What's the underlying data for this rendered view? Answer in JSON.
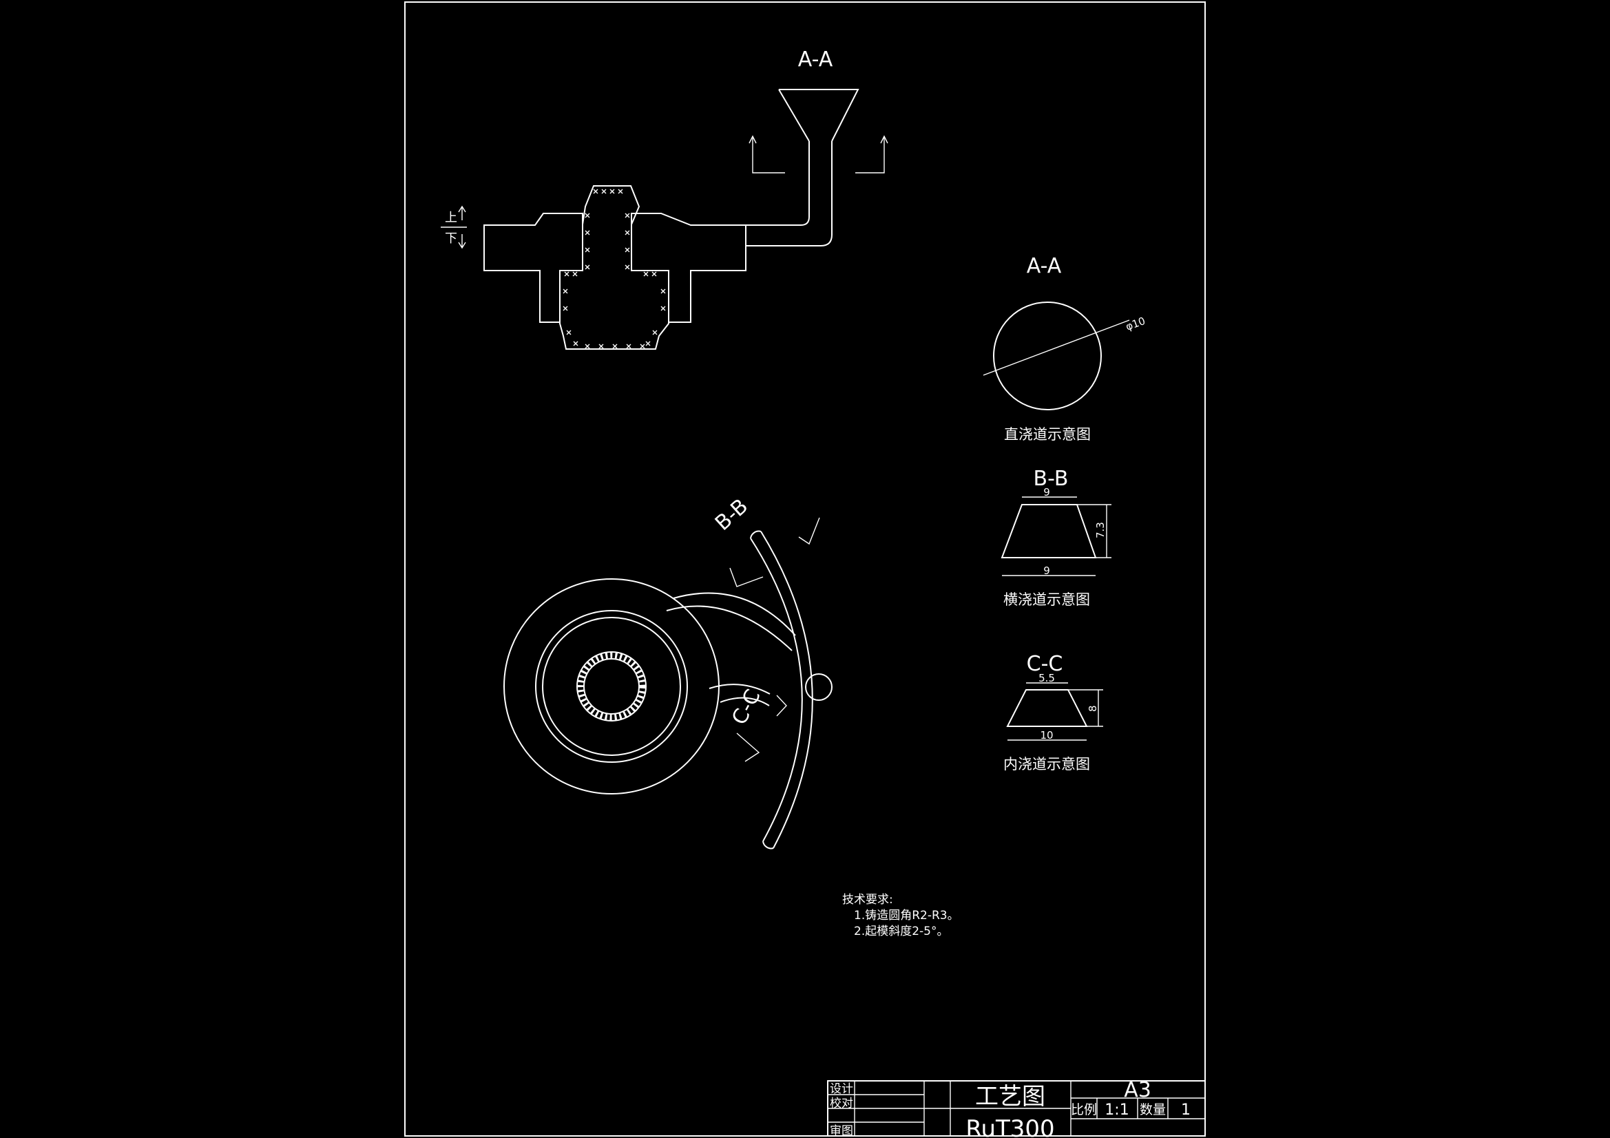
{
  "sheet": {
    "section_aa_top": "A-A",
    "vertical_arrow_up": "上",
    "vertical_arrow_down": "下"
  },
  "sprue_view": {
    "title": "A-A",
    "dimension": "φ10",
    "caption": "直浇道示意图"
  },
  "runner_view": {
    "title": "B-B",
    "top_width": "9",
    "height": "7.3",
    "bottom_width": "9",
    "caption": "横浇道示意图"
  },
  "ingate_view": {
    "title": "C-C",
    "top_width": "5.5",
    "height": "8",
    "bottom_width": "10",
    "caption": "内浇道示意图"
  },
  "plan_view": {
    "label_bb": "B-B",
    "label_cc": "C-C"
  },
  "tech_requirements": {
    "heading": "技术要求:",
    "items": [
      "1.铸造圆角R2-R3。",
      "2.起模斜度2-5°。"
    ]
  },
  "title_block": {
    "role_design": "设计",
    "role_check": "校对",
    "role_review": "审图",
    "drawing_name": "工艺图",
    "material": "RuT300",
    "paper_size": "A3",
    "scale_label": "比例",
    "scale_value": "1:1",
    "quantity_label": "数量",
    "quantity_value": "1"
  }
}
